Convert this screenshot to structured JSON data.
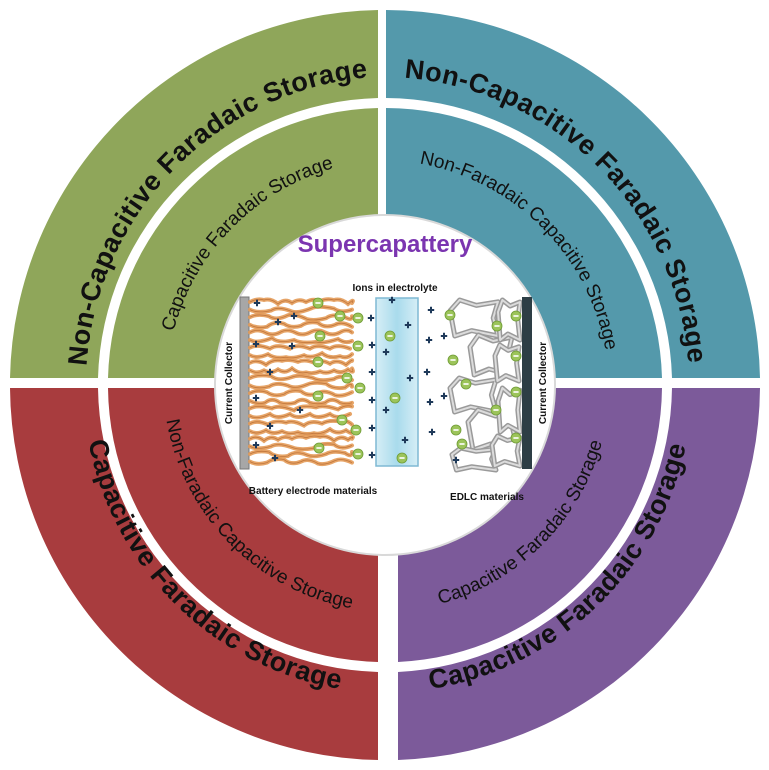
{
  "center": {
    "title": "Supercapattery",
    "ions_label": "Ions in electrolyte",
    "left_collector": "Current Collector",
    "right_collector": "Current Collector",
    "battery_label": "Battery electrode materials",
    "edlc_label": "EDLC materials"
  },
  "quadrants": {
    "top_left": {
      "outer": "Non-Capacitive Faradaic Storage",
      "inner": "Capacitive Faradaic Storage",
      "outer_color": "#8fa65a",
      "inner_color": "#8fa65a"
    },
    "top_right": {
      "outer": "Non-Capacitive Faradaic Storage",
      "inner": "Non-Faradaic Capacitive Storage",
      "outer_color": "#5499ab",
      "inner_color": "#5499ab"
    },
    "bottom_left": {
      "outer": "Capacitive Faradaic Storage",
      "inner": "Non-Faradaic Capacitive Storage",
      "outer_color": "#a83c3e",
      "inner_color": "#a83c3e"
    },
    "bottom_right": {
      "outer": "Capacitive Faradaic Storage",
      "inner": "Capacitive Faradaic Storage",
      "outer_color": "#7c5a9a",
      "inner_color": "#7c5a9a"
    }
  },
  "colors": {
    "fiber": "#e39a56",
    "ion_positive": "#1f3a5a",
    "ion_negative": "#9cc45a",
    "electrolyte": "#b9e0ee",
    "collector_left": "#a7a7a7",
    "collector_right": "#2d3e45"
  }
}
